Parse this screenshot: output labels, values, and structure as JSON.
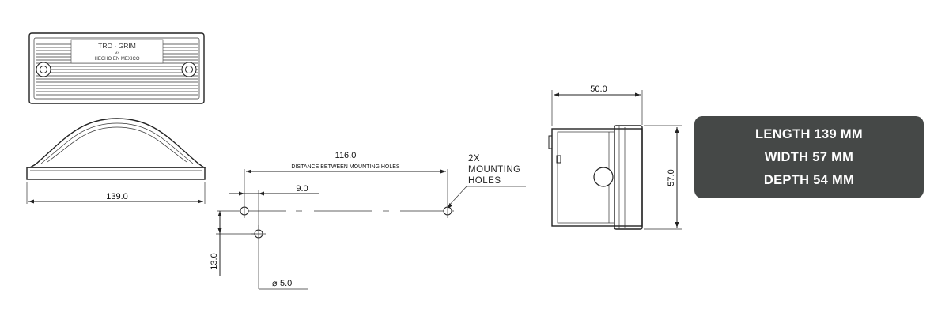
{
  "top_view": {
    "brand": "TRO · GRIM",
    "mark": "MX",
    "origin": "HECHO EN MEXICO"
  },
  "dimensions": {
    "overall_length": "139.0",
    "hole_distance": "116.0",
    "hole_distance_caption": "DISTANCE BETWEEN MOUNTING HOLES",
    "hole_offset_x": "9.0",
    "hole_offset_y": "13.0",
    "hole_diameter": "5.0",
    "diameter_symbol": "⌀",
    "side_width": "50.0",
    "side_height": "57.0"
  },
  "callout": {
    "line1": "2X",
    "line2": "MOUNTING",
    "line3": "HOLES"
  },
  "specs": {
    "length": "LENGTH 139 MM",
    "width": "WIDTH 57 MM",
    "depth": "DEPTH 54 MM"
  },
  "colors": {
    "spec_box_background": "#454847",
    "spec_text": "#ffffff",
    "line": "#222222"
  }
}
